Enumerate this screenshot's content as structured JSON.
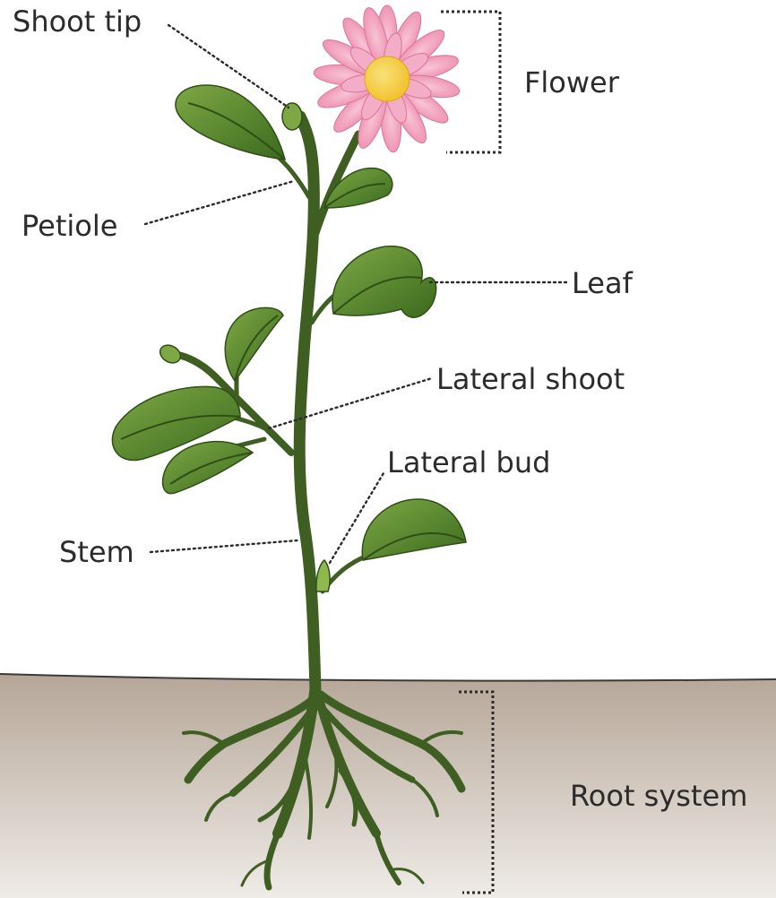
{
  "labels": {
    "shoot_tip": "Shoot tip",
    "flower": "Flower",
    "petiole": "Petiole",
    "leaf": "Leaf",
    "lateral_shoot": "Lateral shoot",
    "lateral_bud": "Lateral bud",
    "stem": "Stem",
    "root_system": "Root system"
  },
  "colors": {
    "soil_top": "#b5a697",
    "soil_bottom": "#efebe7",
    "stem": "#3f5e22",
    "leaf_dark": "#3b6a1e",
    "leaf_light": "#7ea845",
    "petal": "#ef97b4",
    "petal_light": "#f8c4d6",
    "flower_center": "#f2c230",
    "leader": "#2b2b2b"
  }
}
